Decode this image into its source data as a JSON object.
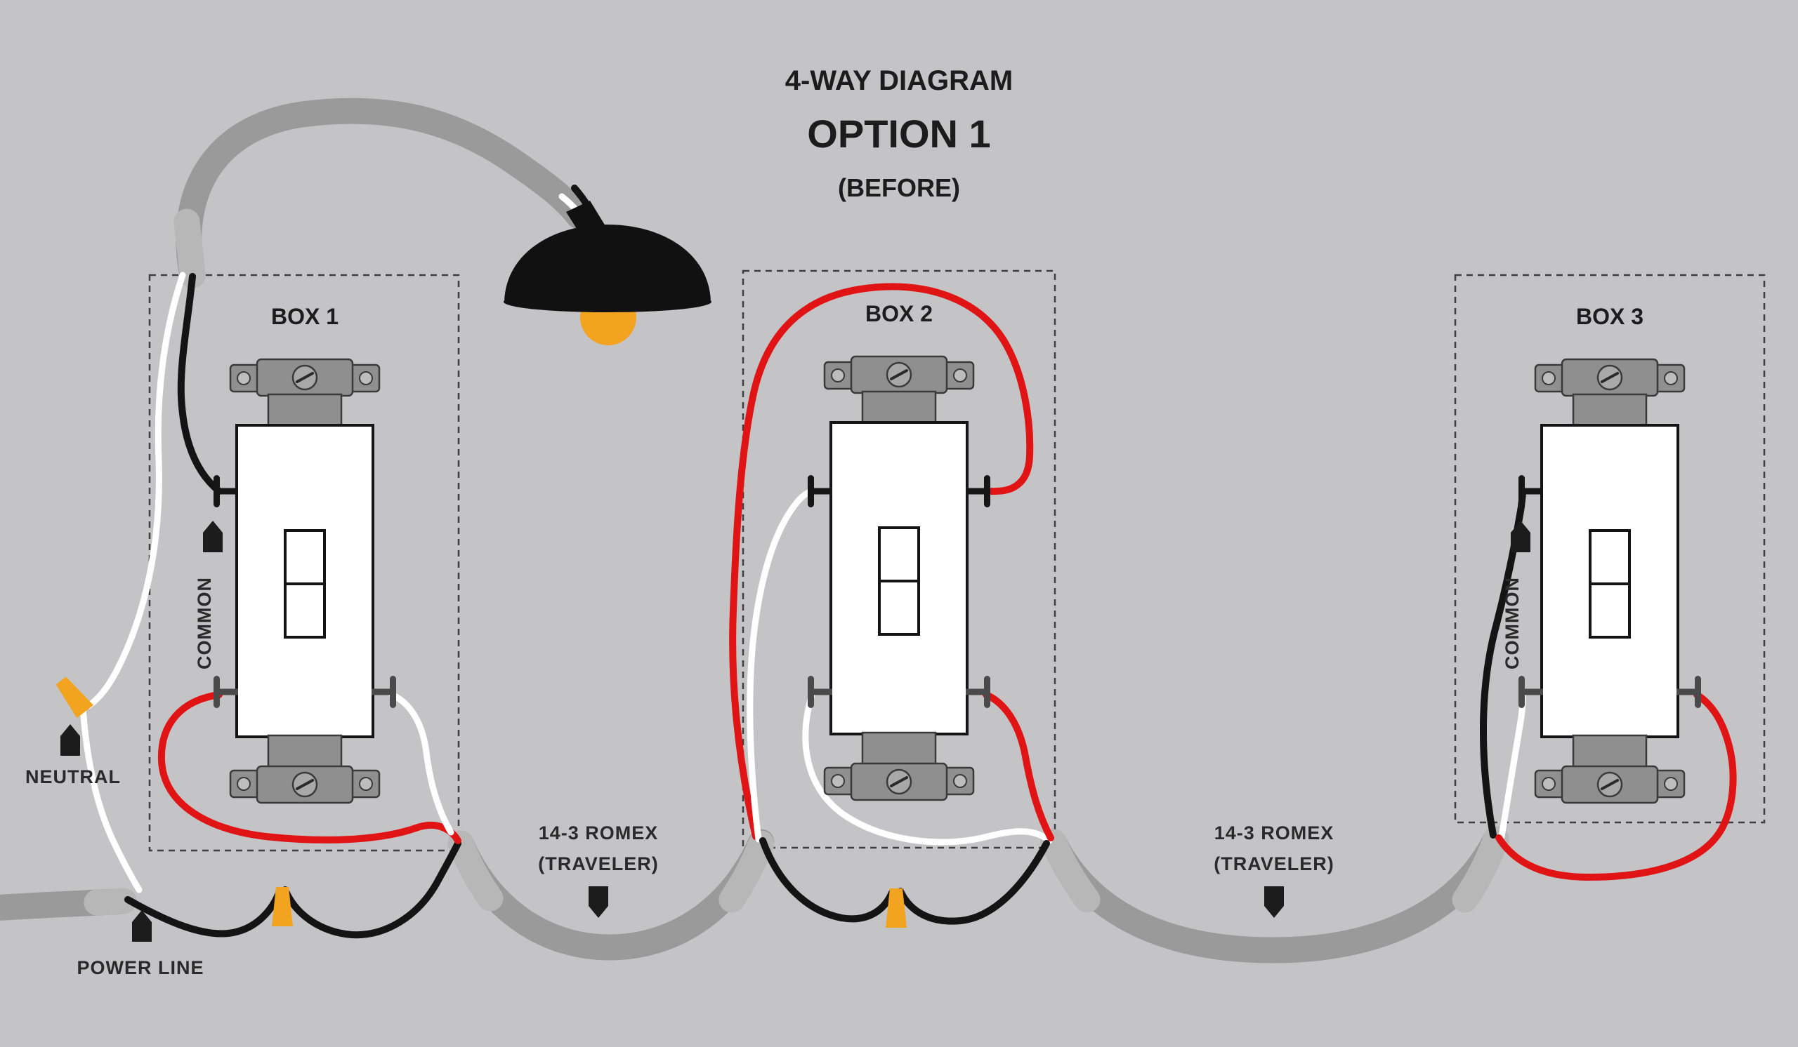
{
  "title": {
    "line1": "4-WAY DIAGRAM",
    "line2": "OPTION 1",
    "line3": "(BEFORE)"
  },
  "boxes": [
    {
      "label": "BOX 1"
    },
    {
      "label": "BOX 2"
    },
    {
      "label": "BOX 3"
    }
  ],
  "labels": {
    "common1": "COMMON",
    "common3": "COMMON",
    "neutral": "NEUTRAL",
    "power": "POWER LINE",
    "romex1a": "14-3 ROMEX",
    "romex1b": "(TRAVELER)",
    "romex2a": "14-3 ROMEX",
    "romex2b": "(TRAVELER)"
  },
  "colors": {
    "background": "#c4c4c6",
    "cable": "#9a9a9a",
    "cable_tip": "#b7b7b7",
    "wire_black": "#141414",
    "wire_white": "#ffffff",
    "wire_red": "#e01414",
    "orange": "#f2a31f",
    "ink": "#1c1c1c"
  }
}
